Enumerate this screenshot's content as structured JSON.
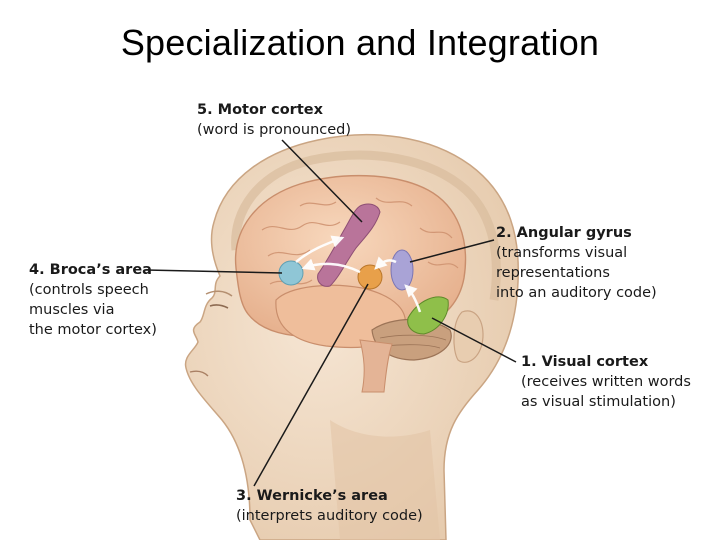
{
  "title": "Specialization and Integration",
  "labels": {
    "motor": {
      "head": "5. Motor cortex",
      "desc": [
        "(word is pronounced)"
      ]
    },
    "angular": {
      "head": "2. Angular gyrus",
      "desc": [
        "(transforms visual",
        "representations",
        "into an auditory code)"
      ]
    },
    "broca": {
      "head": "4. Broca’s area",
      "desc": [
        "(controls speech",
        "muscles via",
        "the motor cortex)"
      ]
    },
    "visual": {
      "head": "1. Visual cortex",
      "desc": [
        "(receives written words",
        "as visual stimulation)"
      ]
    },
    "wernicke": {
      "head": "3. Wernicke’s area",
      "desc": [
        "(interprets auditory code)"
      ]
    }
  },
  "colors": {
    "skin": "#f2dcc4",
    "skin_shadow": "#dcbf9f",
    "brain": "#f3c9a8",
    "motor_region": "#b9749a",
    "broca_region": "#8fc6d6",
    "wernicke_region": "#e8a04a",
    "angular_region": "#a9a3d6",
    "visual_region": "#8fbf4a",
    "cerebellum": "#c9a07e"
  }
}
